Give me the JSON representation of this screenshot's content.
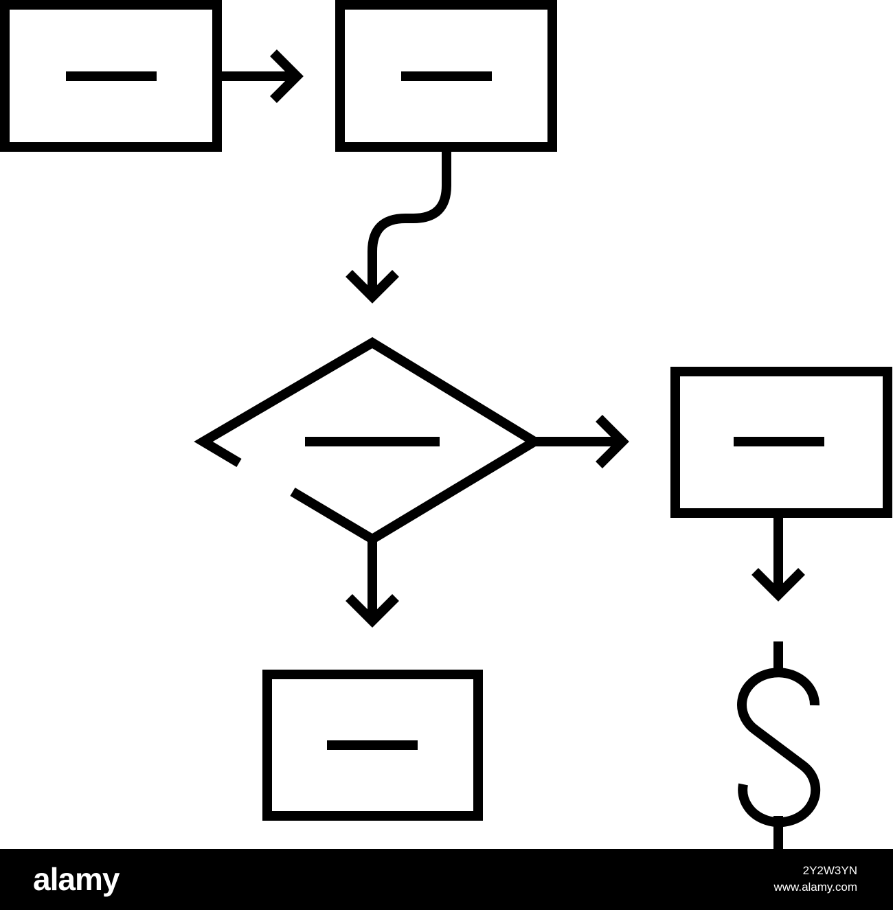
{
  "diagram": {
    "stroke_color": "#000000",
    "background_color": "#ffffff",
    "icons": [
      "process-box",
      "arrow",
      "decision-diamond",
      "dollar-sign-icon"
    ]
  },
  "footer": {
    "brand": "alamy",
    "image_id": "2Y2W3YN",
    "site": "www.alamy.com",
    "background_color": "#000000",
    "text_color": "#ffffff"
  }
}
